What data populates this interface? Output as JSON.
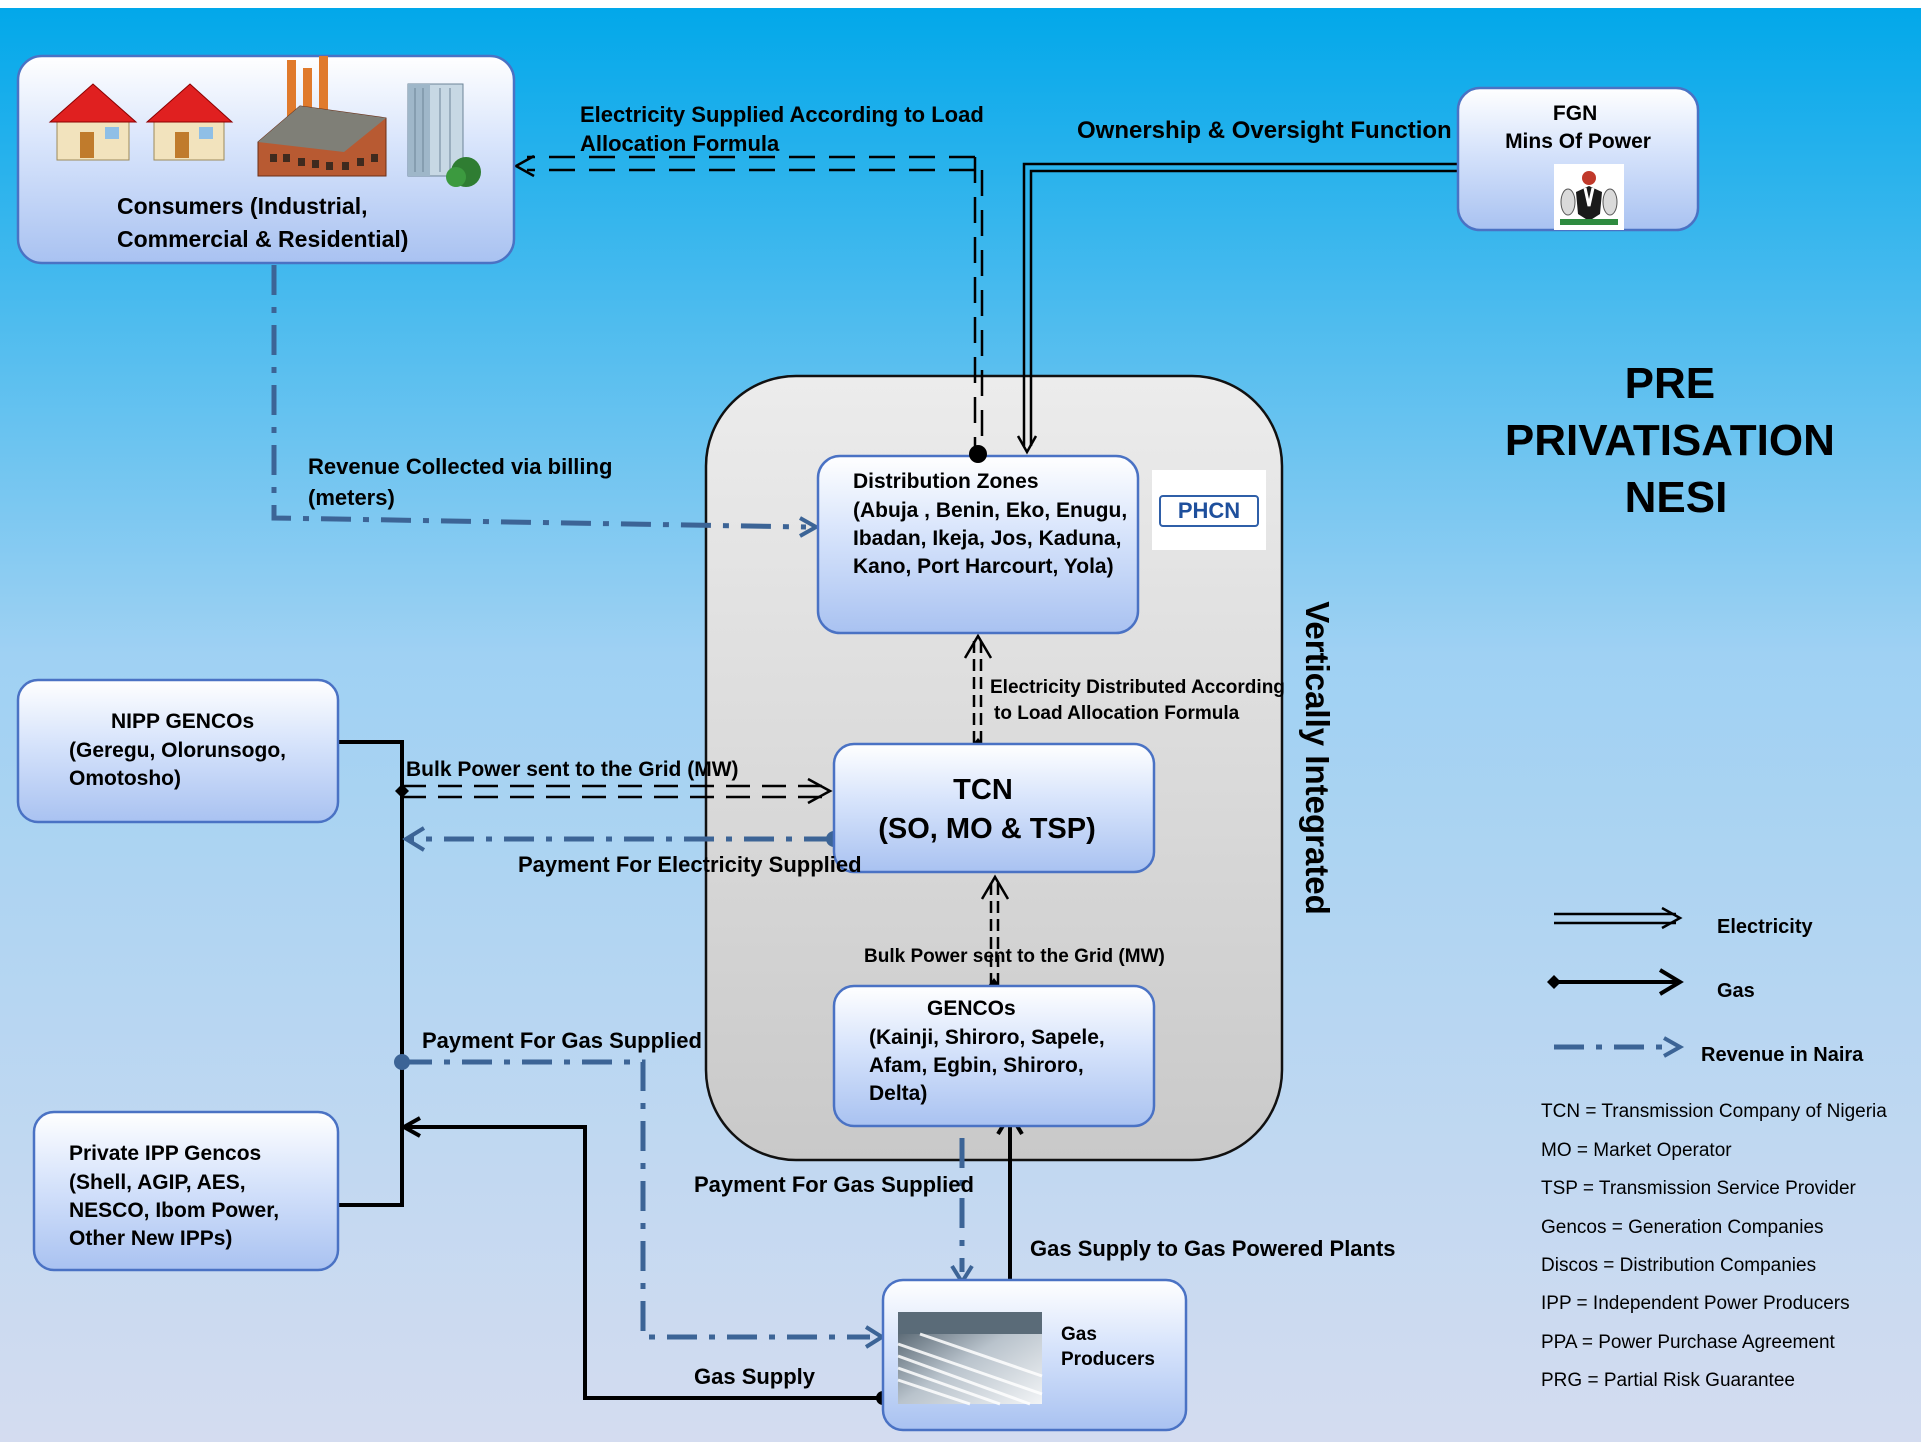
{
  "title": [
    "PRE",
    "PRIVATISATION",
    "NESI"
  ],
  "vertical_label": "Vertically Integrated",
  "boxes": {
    "consumers": {
      "lines": [
        "Consumers (Industrial,",
        "Commercial & Residential)"
      ]
    },
    "fgn": {
      "lines": [
        "FGN",
        "Mins Of Power"
      ]
    },
    "distribution": {
      "lines": [
        "Distribution Zones",
        "(Abuja , Benin, Eko, Enugu,",
        "Ibadan, Ikeja, Jos, Kaduna,",
        "Kano, Port Harcourt, Yola)"
      ]
    },
    "phcn_logo": "PHCN",
    "tcn": {
      "lines": [
        "TCN",
        "(SO, MO & TSP)"
      ]
    },
    "gencos": {
      "lines": [
        "GENCOs",
        "(Kainji, Shiroro, Sapele,",
        "Afam, Egbin, Shiroro,",
        "Delta)"
      ]
    },
    "nipp": {
      "lines": [
        "NIPP GENCOs",
        "(Geregu, Olorunsogo,",
        "Omotosho)"
      ]
    },
    "ipp": {
      "lines": [
        "Private IPP Gencos",
        "(Shell, AGIP, AES,",
        "NESCO, Ibom Power,",
        "Other New IPPs)"
      ]
    },
    "gas": {
      "lines": [
        "Gas",
        "Producers"
      ]
    }
  },
  "flow_labels": {
    "electricity_supplied": [
      "Electricity Supplied According to Load",
      "Allocation Formula"
    ],
    "ownership": "Ownership & Oversight Function",
    "revenue_billing": [
      "Revenue Collected via billing",
      "(meters)"
    ],
    "electricity_distributed": [
      "Electricity Distributed According",
      "to Load Allocation Formula"
    ],
    "bulk_power_top": "Bulk Power sent to the Grid (MW)",
    "payment_electricity": "Payment For Electricity Supplied",
    "bulk_power_bottom": "Bulk Power sent to the Grid (MW)",
    "payment_gas_left": "Payment For Gas Supplied",
    "payment_gas_center": "Payment For Gas Supplied",
    "gas_supply_plants": "Gas Supply to Gas Powered Plants",
    "gas_supply": "Gas Supply"
  },
  "legend": [
    {
      "label": "Electricity",
      "style": "double-line"
    },
    {
      "label": "Gas",
      "style": "diamond-solid"
    },
    {
      "label": "Revenue in Naira",
      "style": "dash-dot"
    }
  ],
  "abbreviations": [
    "TCN = Transmission Company of Nigeria",
    "MO = Market Operator",
    "TSP = Transmission Service Provider",
    "Gencos = Generation Companies",
    "Discos = Distribution Companies",
    "IPP = Independent Power Producers",
    "PPA = Power Purchase Agreement",
    "PRG = Partial Risk Guarantee"
  ],
  "colors": {
    "box_fill": "#b7cdf5",
    "box_border": "#4a72c4",
    "revenue_line": "#3c6496",
    "text": "#000000",
    "bg_top": "#02a8ea",
    "bg_bottom": "#d4dcf0"
  }
}
